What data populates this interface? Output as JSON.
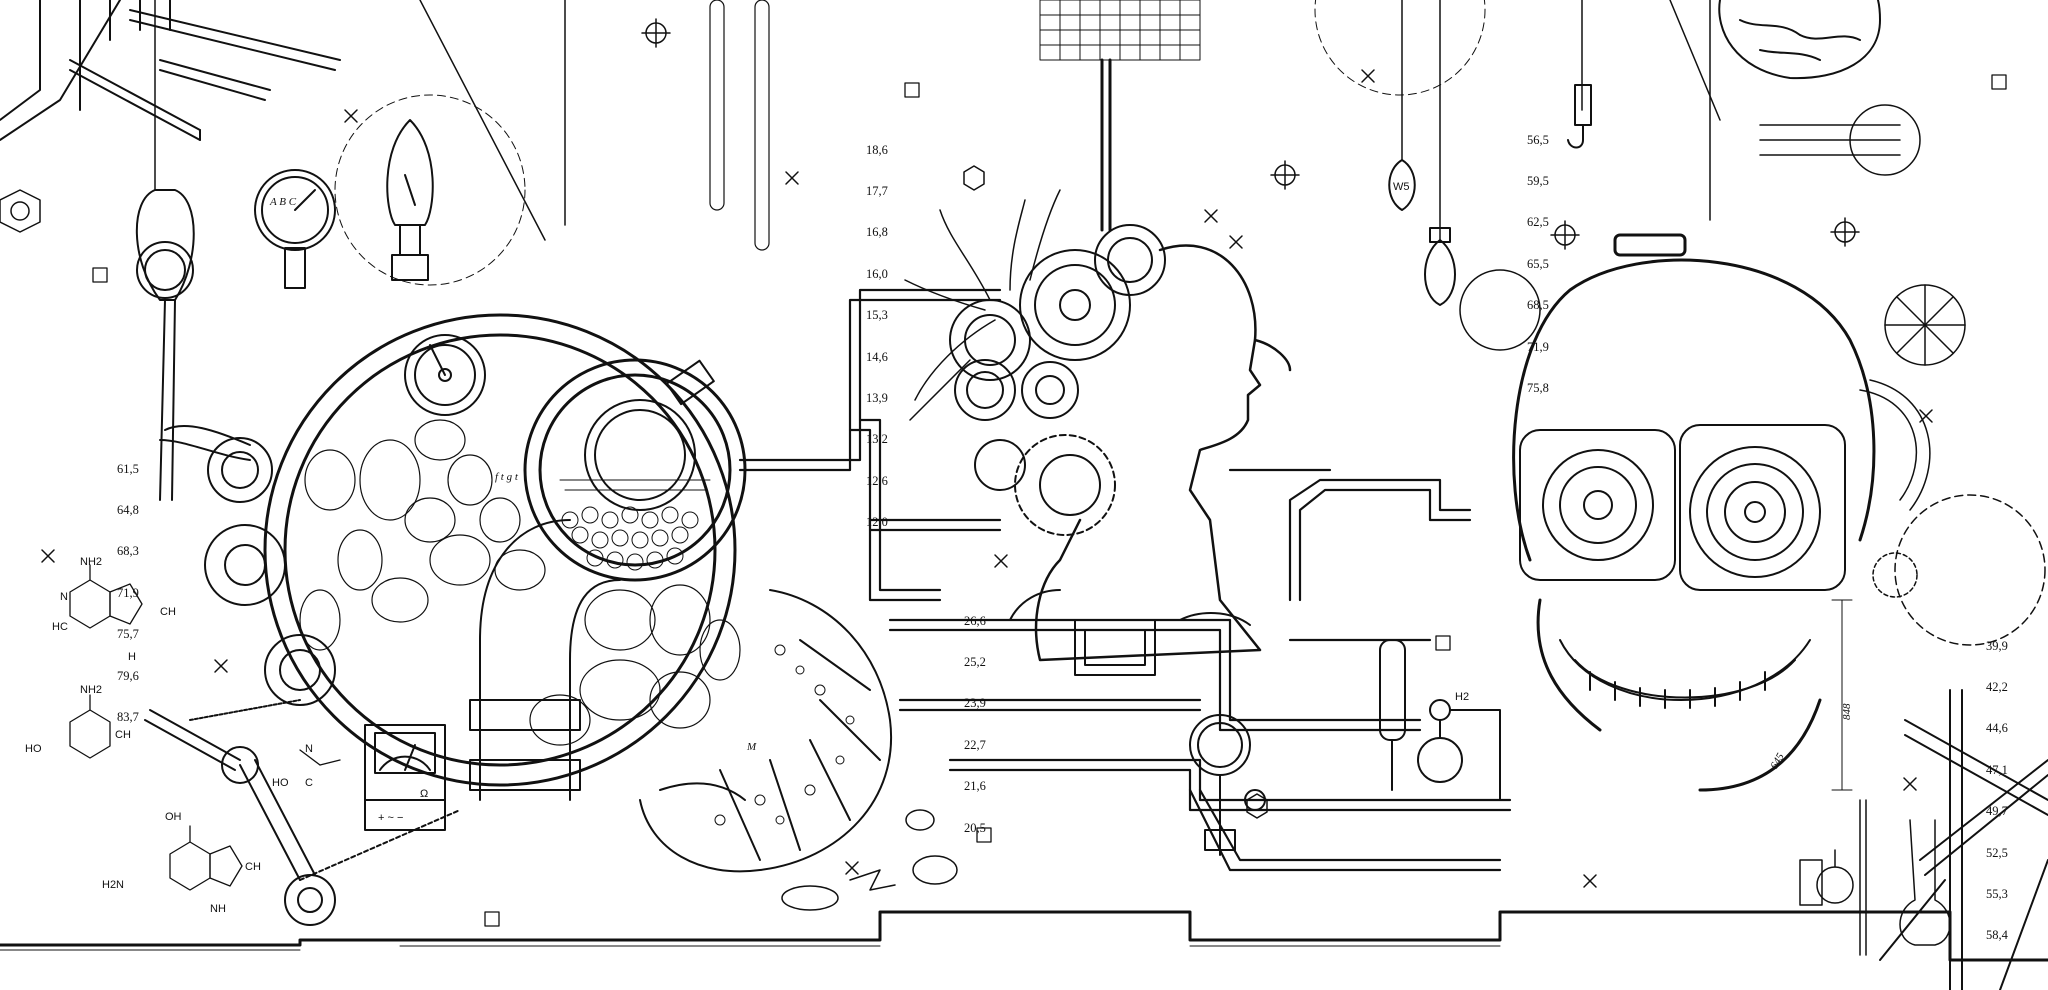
{
  "tables": {
    "left": [
      "61,5",
      "64,8",
      "68,3",
      "71,9",
      "75,7",
      "79,6",
      "83,7"
    ],
    "top_center": [
      "18,6",
      "17,7",
      "16,8",
      "16,0",
      "15,3",
      "14,6",
      "13,9",
      "13,2",
      "12,6",
      "12,0"
    ],
    "center": [
      "26,6",
      "25,2",
      "23,9",
      "22,7",
      "21,6",
      "20,5"
    ],
    "top_right": [
      "56,5",
      "59,5",
      "62,5",
      "65,5",
      "68,5",
      "71,9",
      "75,8"
    ],
    "right": [
      "39,9",
      "42,2",
      "44,6",
      "47,1",
      "49,7",
      "52,5",
      "55,3",
      "58,4"
    ]
  },
  "chemistry": {
    "adenine_nh2": "NH2",
    "adenine_n": "N",
    "adenine_hc": "HC",
    "adenine_ch": "CH",
    "adenine_h": "H",
    "cytosine_nh2": "NH2",
    "cytosine_ho": "HO",
    "cytosine_ch": "CH",
    "urea_n": "N",
    "urea_ho": "HO",
    "urea_c": "C",
    "guanine_oh": "OH",
    "guanine_h2n": "H2N",
    "guanine_nh": "NH",
    "guanine_ch": "CH"
  },
  "labels": {
    "hydrogen": "H2",
    "ohm": "Ω",
    "meter_signs": "+ ~ −",
    "bulb_w": "W5",
    "m_letter": "M",
    "dim_848": "848",
    "dim_645": "645",
    "gauge_letters": "A  B  C",
    "cell_letters": "f  t  g  t"
  },
  "colors": {
    "ink": "#111111",
    "paper": "#ffffff"
  }
}
